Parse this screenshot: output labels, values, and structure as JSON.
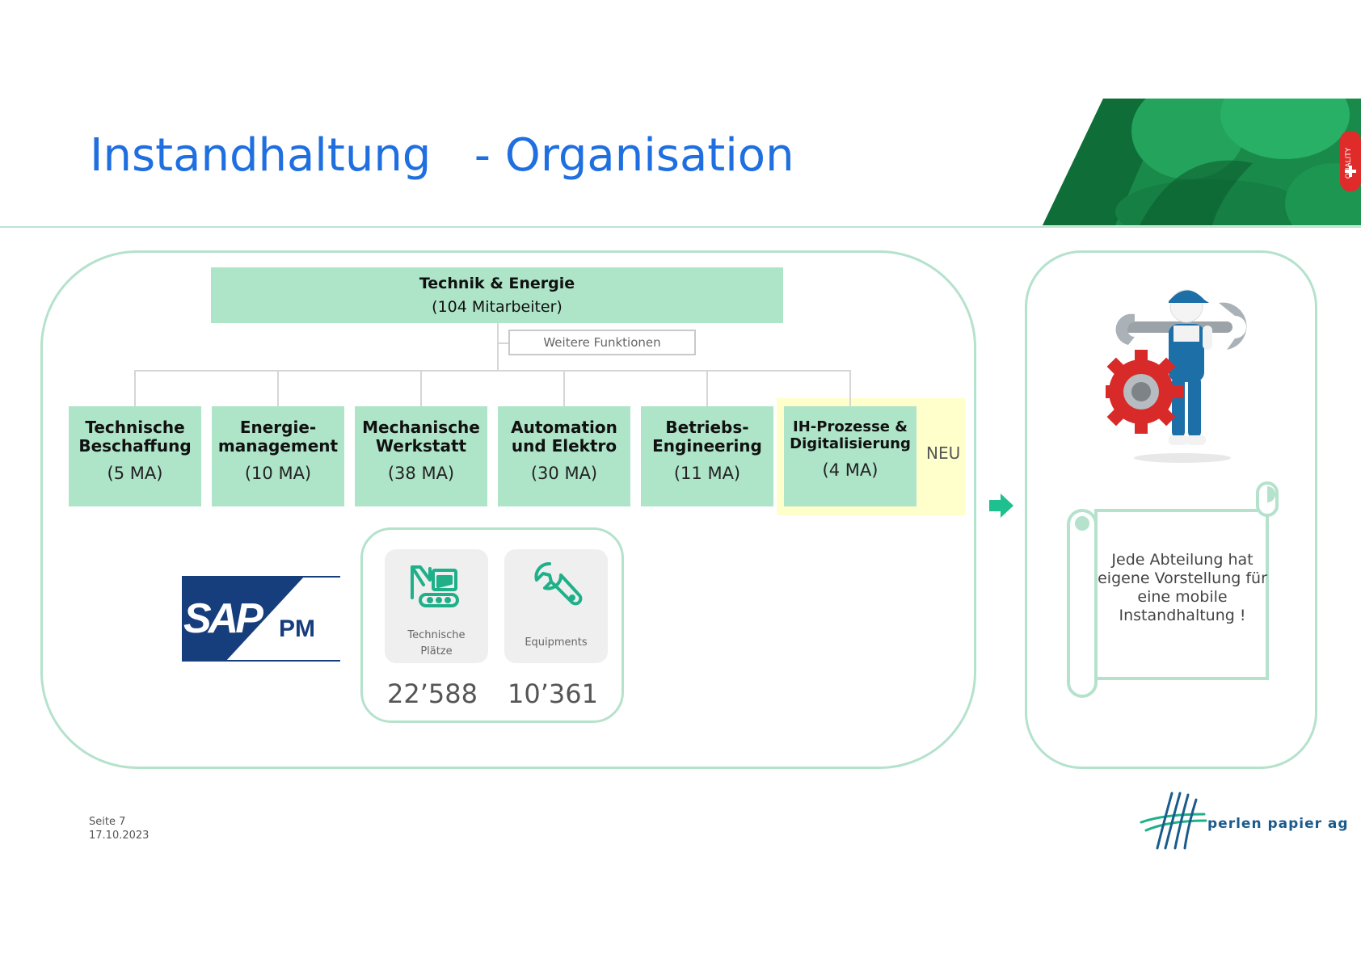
{
  "slide": {
    "title": "Instandhaltung   - Organisation"
  },
  "org": {
    "top": {
      "name": "Technik & Energie",
      "count": "(104 Mitarbeiter)"
    },
    "weitere": "Weitere Funktionen",
    "departments": [
      {
        "name": "Technische Beschaffung",
        "line1": "Technische",
        "line2": "Beschaffung",
        "count": "(5 MA)"
      },
      {
        "name": "Energie-management",
        "line1": "Energie-",
        "line2": "management",
        "count": "(10 MA)"
      },
      {
        "name": "Mechanische Werkstatt",
        "line1": "Mechanische",
        "line2": "Werkstatt",
        "count": "(38 MA)"
      },
      {
        "name": "Automation und Elektro",
        "line1": "Automation",
        "line2": "und Elektro",
        "count": "(30 MA)"
      },
      {
        "name": "Betriebs-Engineering",
        "line1": "Betriebs-",
        "line2": "Engineering",
        "count": "(11 MA)"
      },
      {
        "name": "IH-Prozesse & Digitalisierung",
        "line1": "IH-Prozesse &",
        "line2": "Digitalisierung",
        "count": "(4 MA)"
      }
    ],
    "new_label": "NEU"
  },
  "sap": {
    "logo_text": "SAP",
    "module": "PM",
    "colors": {
      "navy": "#163e7c"
    }
  },
  "stats": [
    {
      "label_line1": "Technische",
      "label_line2": "Plätze",
      "value": "22’588",
      "icon": "excavator-icon"
    },
    {
      "label_line1": "Equipments",
      "label_line2": "",
      "value": "10’361",
      "icon": "wrench-icon"
    }
  ],
  "note": {
    "text_lines": [
      "Jede Abteilung hat",
      "eigene Vorstellung für",
      "eine mobile",
      "Instandhaltung !"
    ]
  },
  "footer": {
    "page": "Seite 7",
    "date": "17.10.2023"
  },
  "brand": {
    "name": "perlen papier ag",
    "badge": "QUALITY"
  },
  "colors": {
    "title": "#1f6fe0",
    "mint": "#aee4c8",
    "border": "#b5e2cc",
    "accent": "#1fc08f",
    "highlight": "#ffffcc"
  }
}
